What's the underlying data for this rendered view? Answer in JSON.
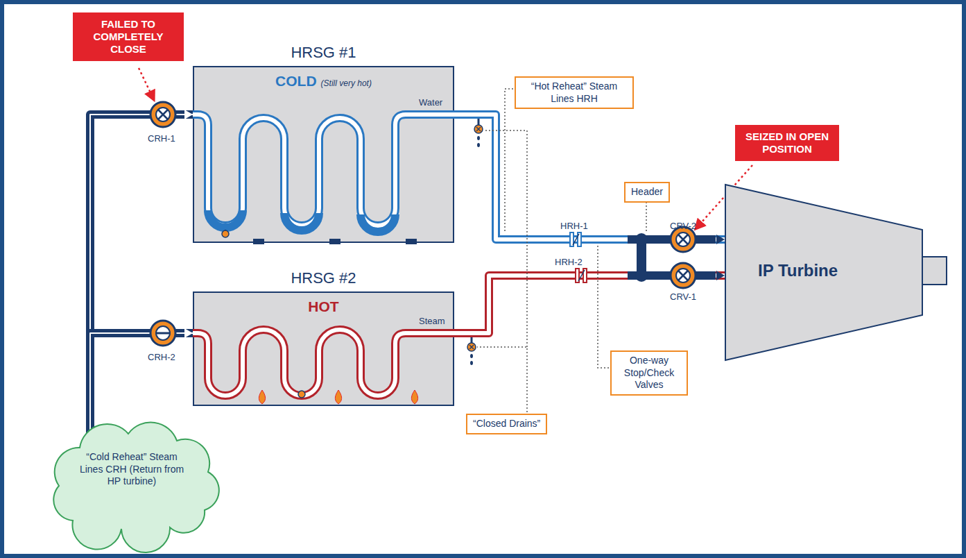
{
  "diagram": {
    "nodes": [
      {
        "text": [
          "FAILED TO COMPLETELY CLOSE"
        ]
      },
      {
        "text": [
          "HRSG #1",
          "COLD",
          "(Still very hot)"
        ]
      },
      {
        "text": [
          "“Hot Reheat” Steam Lines HRH"
        ]
      },
      {
        "text": [
          "Header"
        ]
      },
      {
        "text": [
          "SEIZED IN OPEN POSITION"
        ]
      },
      {
        "text": [
          "IP Turbine"
        ]
      },
      {
        "text": [
          "HRSG #2",
          "HOT"
        ]
      },
      {
        "text": [
          "“Closed Drains”"
        ]
      },
      {
        "text": [
          "One-way Stop/Check Valves"
        ]
      },
      {
        "text": [
          "“Cold Reheat” Steam Lines CRH (Return from HP turbine)"
        ]
      }
    ],
    "edges": [
      {
        "from": 9,
        "to": 1,
        "arrow": "to"
      },
      {
        "from": 9,
        "to": 6,
        "arrow": "to"
      },
      {
        "from": 1,
        "to": 5,
        "arrow": "to"
      },
      {
        "from": 6,
        "to": 5,
        "arrow": "to"
      }
    ],
    "labels": [
      "CRH-1",
      "Water",
      "HRH-1",
      "CRV-2",
      "HRH-2",
      "CRV-1",
      "CRH-2",
      "Steam"
    ]
  }
}
